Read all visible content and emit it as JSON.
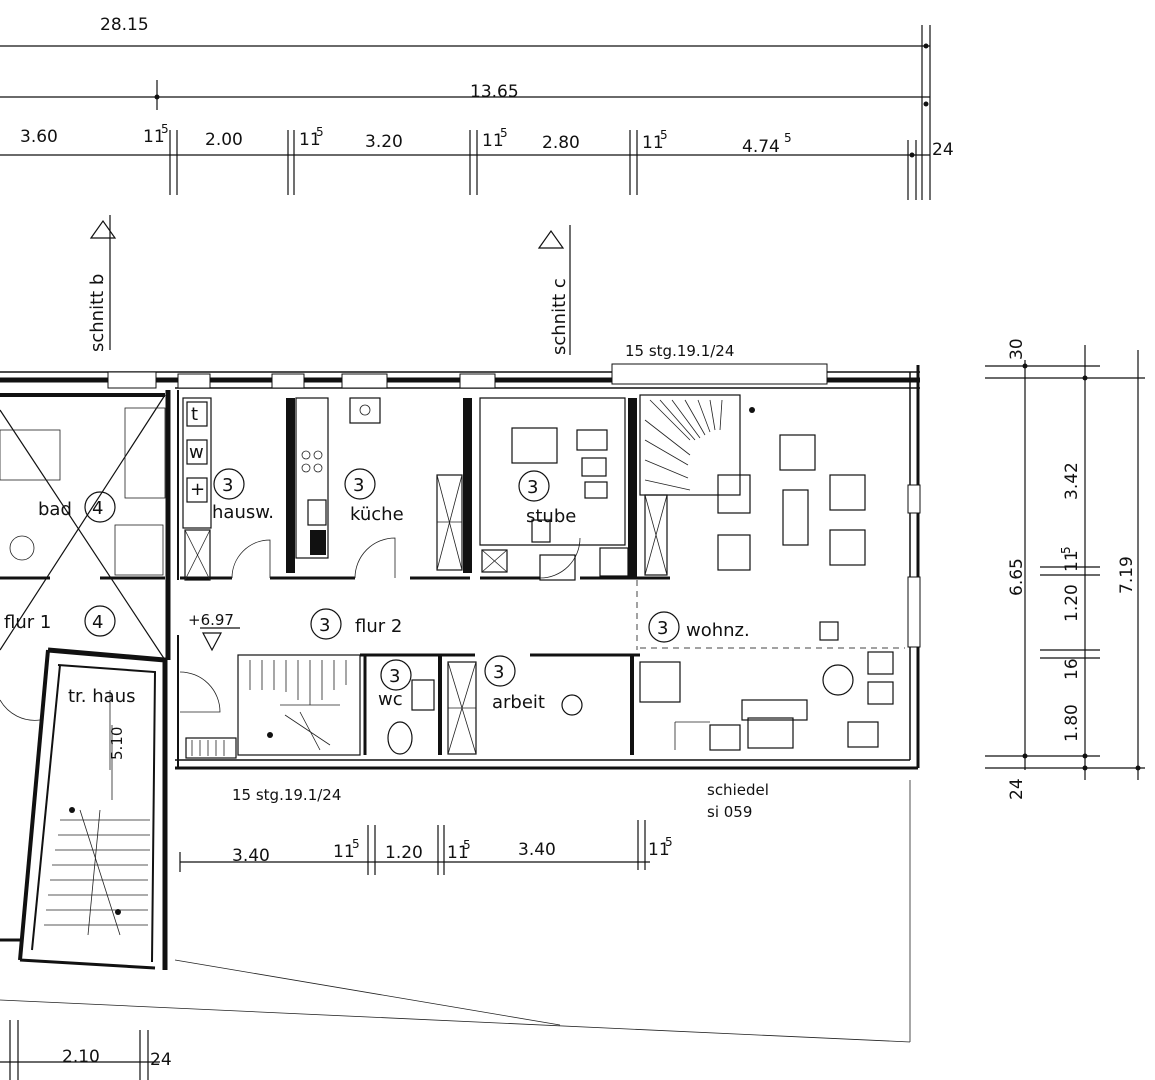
{
  "dimensions_top": {
    "total": "28.15",
    "sub_total": "13.65",
    "seg_360": "3.60",
    "seg_115a": "11",
    "seg_115a_sup": "5",
    "seg_200": "2.00",
    "seg_115b": "11",
    "seg_115b_sup": "5",
    "seg_320": "3.20",
    "seg_115c": "11",
    "seg_115c_sup": "5",
    "seg_280": "2.80",
    "seg_115d": "11",
    "seg_115d_sup": "5",
    "seg_474": "4.74",
    "seg_474_sup": "5",
    "seg_24": "24"
  },
  "section_markers": {
    "schnitt_b": "schnitt b",
    "schnitt_c": "schnitt c"
  },
  "stairs": {
    "top_label": "15 stg.19.1/24",
    "bottom_label": "15 stg.19.1/24"
  },
  "rooms": [
    {
      "id": "bad",
      "number": "4",
      "label": "bad"
    },
    {
      "id": "flur1",
      "number": "4",
      "label": "flur 1"
    },
    {
      "id": "hausw",
      "number": "3",
      "label": "hausw."
    },
    {
      "id": "kueche",
      "number": "3",
      "label": "küche"
    },
    {
      "id": "stube",
      "number": "3",
      "label": "stube"
    },
    {
      "id": "flur2",
      "number": "3",
      "label": "flur 2"
    },
    {
      "id": "wohnz",
      "number": "3",
      "label": "wohnz."
    },
    {
      "id": "wc",
      "number": "3",
      "label": "wc"
    },
    {
      "id": "arbeit",
      "number": "3",
      "label": "arbeit"
    },
    {
      "id": "trhaus",
      "number": "",
      "label": "tr. haus"
    }
  ],
  "fixtures": {
    "t": "t",
    "w": "w",
    "level": "+6.97"
  },
  "dimensions_right": {
    "d30": "30",
    "d342": "3.42",
    "d115": "11",
    "d115_sup": "5",
    "d120": "1.20",
    "d16": "16",
    "d180": "1.80",
    "d24": "24",
    "d665": "6.65",
    "d719": "7.19"
  },
  "dimensions_bottom": {
    "d340a": "3.40",
    "d115a": "11",
    "d115a_sup": "5",
    "d120": "1.20",
    "d115b": "11",
    "d115b_sup": "5",
    "d340b": "3.40",
    "d115c": "11",
    "d115c_sup": "5",
    "d210": "2.10",
    "d24": "24",
    "stair_len": "5.10"
  },
  "chimney": {
    "line1": "schiedel",
    "line2": "si 059"
  }
}
